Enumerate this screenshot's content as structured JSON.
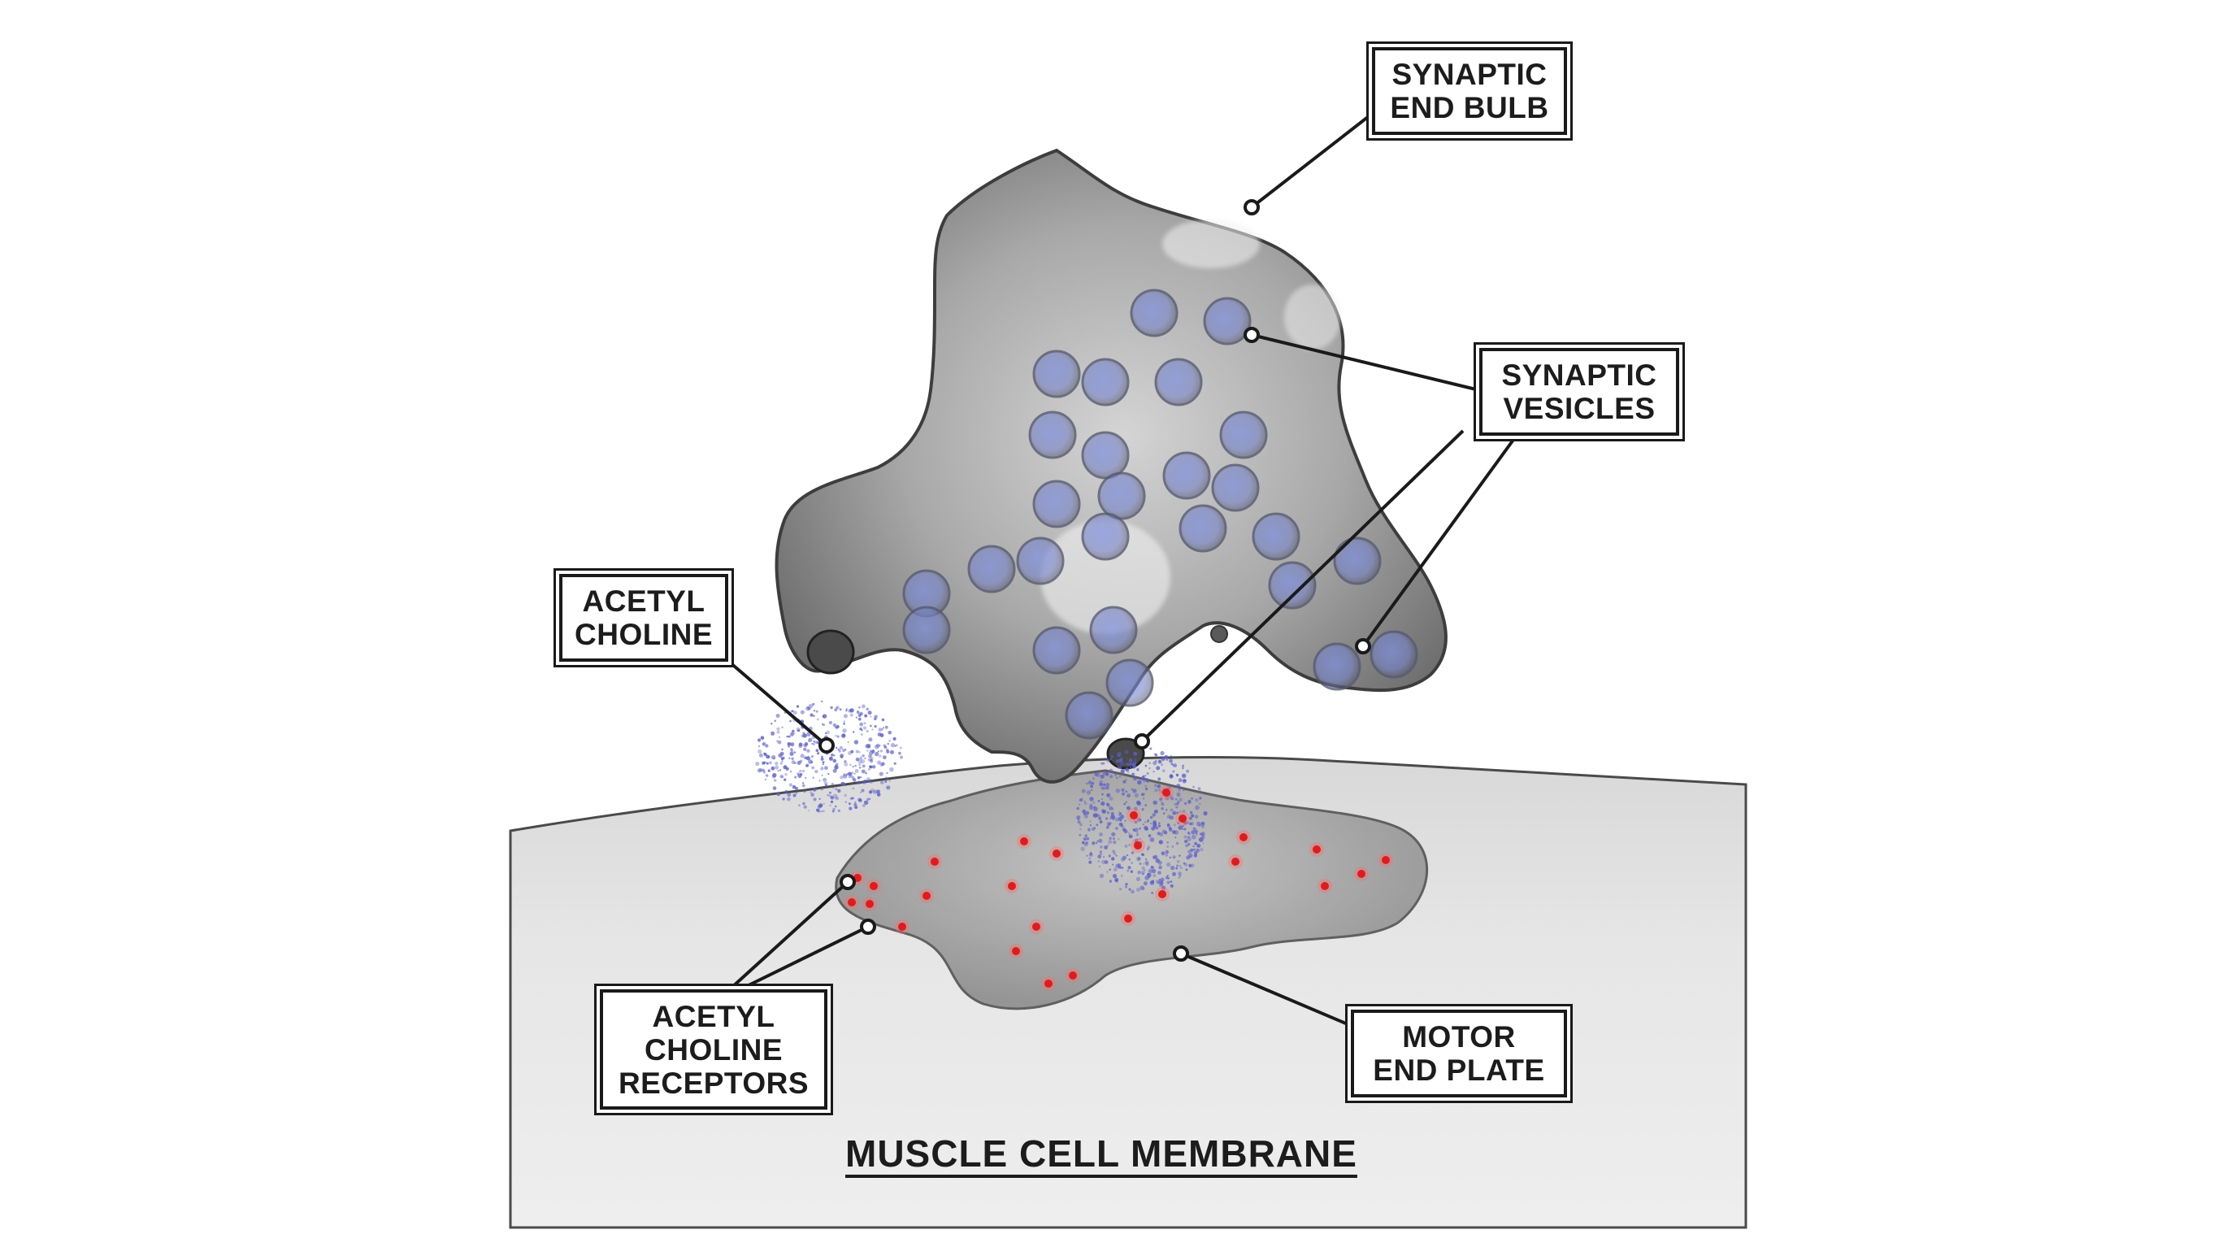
{
  "labels": {
    "synaptic_end_bulb": [
      "SYNAPTIC",
      "END BULB"
    ],
    "synaptic_vesicles": [
      "SYNAPTIC",
      "VESICLES"
    ],
    "acetyl_choline": [
      "ACETYL",
      "CHOLINE"
    ],
    "acetyl_choline_receptors": [
      "ACETYL",
      "CHOLINE",
      "RECEPTORS"
    ],
    "motor_end_plate": [
      "MOTOR",
      "END PLATE"
    ]
  },
  "caption": "MUSCLE CELL MEMBRANE",
  "colors": {
    "vesicle": "#5a6fd6",
    "receptor": "#e11b1b",
    "acetylcholine": "#5b5fc8",
    "membrane": "#e3e3e3",
    "bulb": "#a9a9a9"
  }
}
